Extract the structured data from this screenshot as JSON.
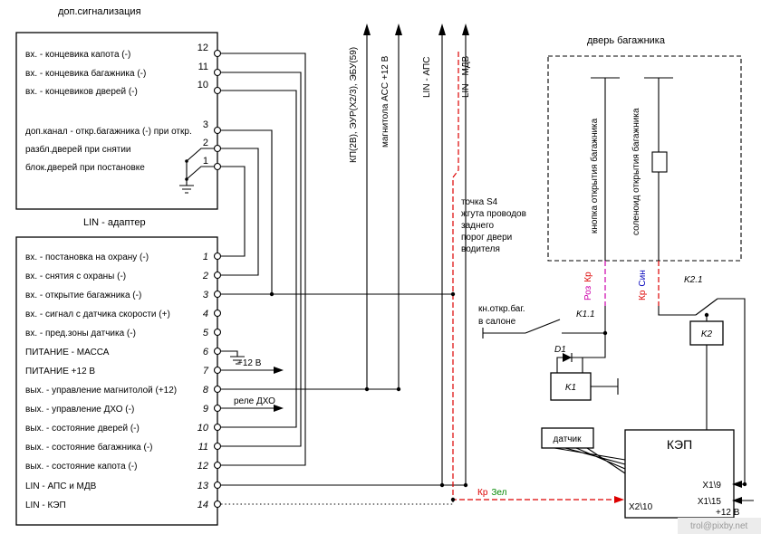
{
  "watermark": "trol@pixby.net",
  "box1": {
    "title": "доп.сигнализация",
    "pins": [
      {
        "num": "12",
        "label": "вх. - концевика капота (-)"
      },
      {
        "num": "11",
        "label": "вх. - концевика багажника (-)"
      },
      {
        "num": "10",
        "label": "вх. - концевиков дверей (-)"
      },
      {
        "num": "3",
        "label": "доп.канал - откр.багажника (-) при откр."
      },
      {
        "num": "2",
        "label": "разбл.дверей при снятии"
      },
      {
        "num": "1",
        "label": "блок.дверей при постановке"
      }
    ]
  },
  "lin": {
    "title": "LIN - адаптер",
    "pins": [
      {
        "num": "1",
        "label": "вх. - постановка на охрану (-)"
      },
      {
        "num": "2",
        "label": "вх. - снятия с охраны (-)"
      },
      {
        "num": "3",
        "label": "вх. - открытие багажника (-)"
      },
      {
        "num": "4",
        "label": "вх. - сигнал с датчика скорости (+)"
      },
      {
        "num": "5",
        "label": "вх. - пред.зоны датчика (-)"
      },
      {
        "num": "6",
        "label": "ПИТАНИЕ - МАССА"
      },
      {
        "num": "7",
        "label": "ПИТАНИЕ +12 В"
      },
      {
        "num": "8",
        "label": "вых. - управление магнитолой (+12)"
      },
      {
        "num": "9",
        "label": "вых. - управление ДХО (-)"
      },
      {
        "num": "10",
        "label": "вых. - состояние дверей (-)"
      },
      {
        "num": "11",
        "label": "вых. - состояние багажника (-)"
      },
      {
        "num": "12",
        "label": "вых. - состояние капота (-)"
      },
      {
        "num": "13",
        "label": "LIN - АПС и МДВ"
      },
      {
        "num": "14",
        "label": "LIN - КЭП"
      }
    ]
  },
  "buses": [
    {
      "label": "КП(2В), ЭУР(Х2/3), ЭБУ(59)"
    },
    {
      "label": "магнитола АСС +12 В"
    },
    {
      "label": "LIN - АПС"
    },
    {
      "label": "LIN - МДВ"
    }
  ],
  "trunk": {
    "title": "дверь багажника",
    "button_label": "кнопка открытия багажника",
    "solenoid_label": "соленоид открытия багажника"
  },
  "annotations": {
    "plus12": "+12 В",
    "rele_dho": "реле ДХО",
    "s4_note": [
      "точка S4",
      "жгута проводов",
      "заднего",
      "порог двери",
      "водителя"
    ],
    "cabin_btn": [
      "кн.откр.баг.",
      "в салоне"
    ],
    "k11": "K1.1",
    "k21": "K2.1",
    "k1": "K1",
    "k2": "K2",
    "d1": "D1",
    "sensor": "датчик",
    "kep": "КЭП",
    "x19": "X1\\9",
    "x115": "X1\\15",
    "x210": "X2\\10",
    "kep_plus12": "+12 В",
    "wire_roz_kr": [
      "Роз",
      "Кр"
    ],
    "wire_kr_sin": [
      "Кр",
      "Син"
    ],
    "wire_kr_zel": [
      "Кр",
      "Зел"
    ]
  },
  "colors": {
    "red": "#dd0000",
    "magenta": "#cc00aa",
    "blue": "#0000bb",
    "green": "#008800"
  }
}
